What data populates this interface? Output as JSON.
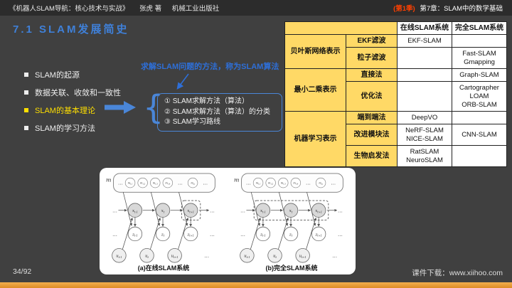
{
  "topbar": {
    "book": "《机器人SLAM导航：核心技术与实战》",
    "author": "张虎 著",
    "publisher": "机械工业出版社",
    "season": "(第1季)",
    "chapter": "第7章：SLAM中的数学基础"
  },
  "title": "7.1 SLAM发展简史",
  "bullets": [
    {
      "label": "SLAM的起源",
      "highlight": false
    },
    {
      "label": "数据关联、收敛和一致性",
      "highlight": false
    },
    {
      "label": "SLAM的基本理论",
      "highlight": true
    },
    {
      "label": "SLAM的学习方法",
      "highlight": false
    }
  ],
  "callout": {
    "annotation": "求解SLAM问题的方法，称为SLAM算法",
    "brace": "{",
    "items": [
      "① SLAM求解方法（算法）",
      "② SLAM求解方法（算法）的分类",
      "③ SLAM学习路线"
    ]
  },
  "table": {
    "corner": "",
    "col_headers": [
      "在线SLAM系统",
      "完全SLAM系统"
    ],
    "rows": [
      {
        "group": "贝叶斯网络表示",
        "method": "EKF滤波",
        "online": "EKF-SLAM",
        "full": ""
      },
      {
        "method": "粒子滤波",
        "online": "",
        "full": "Fast-SLAM\nGmapping"
      },
      {
        "group": "最小二乘表示",
        "method": "直接法",
        "online": "",
        "full": "Graph-SLAM"
      },
      {
        "method": "优化法",
        "online": "",
        "full": "Cartographer\nLOAM\nORB-SLAM"
      },
      {
        "group": "机器学习表示",
        "method": "端到端法",
        "online": "DeepVO",
        "full": ""
      },
      {
        "method": "改进模块法",
        "online": "NeRF-SLAM\nNICE-SLAM",
        "full": "CNN-SLAM"
      },
      {
        "method": "生物启发法",
        "online": "RatSLAM\nNeuroSLAM",
        "full": ""
      }
    ]
  },
  "figure": {
    "graphs": [
      {
        "caption": "(a)在线SLAM系统",
        "map_label": "m",
        "map_nodes": [
          "m_{1,1}",
          "m_{1,2}",
          "m_{1,3}",
          "m_{1,4}",
          "m_{i,j}"
        ],
        "x_nodes": [
          "x_{t-1}",
          "x_{t}",
          "x_{t+1}"
        ],
        "z_nodes": [
          "z_{t-1}",
          "z_{t}",
          "z_{t+1}"
        ],
        "u_nodes": [
          "u_{t-1}",
          "u_{t}",
          "u_{t+1}"
        ],
        "dashed": "last"
      },
      {
        "caption": "(b)完全SLAM系统",
        "map_label": "m",
        "map_nodes": [
          "m_{1,1}",
          "m_{1,2}",
          "m_{1,3}",
          "m_{1,4}",
          "m_{i,j}"
        ],
        "x_nodes": [
          "x_{t-1}",
          "x_{t}",
          "x_{t+1}"
        ],
        "z_nodes": [
          "z_{t-1}",
          "z_{t}",
          "z_{t+1}"
        ],
        "u_nodes": [
          "u_{t-1}",
          "u_{t}",
          "u_{t+1}"
        ],
        "dashed": "all"
      }
    ]
  },
  "footer": {
    "page": "34/92",
    "download": "课件下载：www.xiihoo.com"
  },
  "colors": {
    "accent_blue": "#4a86d8",
    "title_blue": "#3f80d8",
    "highlight_yellow": "#ffdf00",
    "table_yellow": "#ffd966",
    "season_red": "#ff4000",
    "bottom_bar_orange": "#dd8c25",
    "background_gray": "#404040"
  }
}
